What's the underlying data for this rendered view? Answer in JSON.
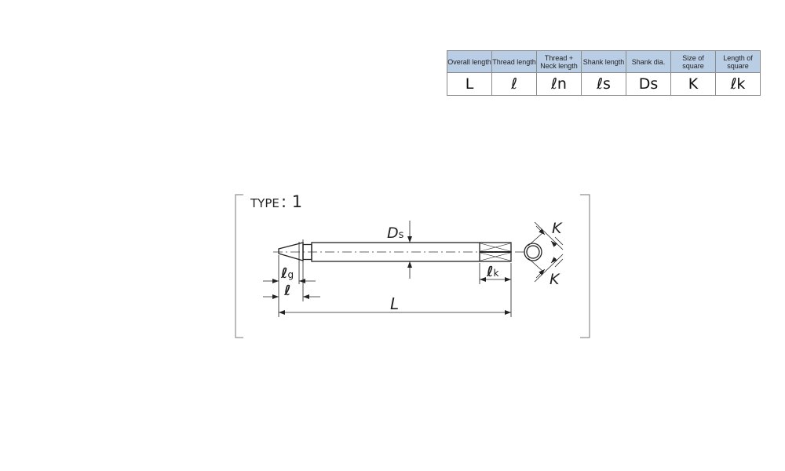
{
  "table": {
    "headers": [
      "Overall length",
      "Thread length",
      "Thread + Neck length",
      "Shank length",
      "Shank dia.",
      "Size of square",
      "Length of square"
    ],
    "symbols": [
      "L",
      "ℓ",
      "ℓn",
      "ℓs",
      "Ds",
      "K",
      "ℓk"
    ]
  },
  "diagram": {
    "type_label": "TYPE",
    "type_number": ": 1",
    "labels": {
      "ds_main": "D",
      "ds_sub": "s",
      "k_top": "K",
      "k_bottom": "K",
      "lg_main": "ℓ",
      "lg_sub": "g",
      "l_thread": "ℓ",
      "lk_main": "ℓ",
      "lk_sub": "k",
      "L": "L"
    }
  },
  "colors": {
    "header_bg": "#b9cde5",
    "line": "#222222"
  }
}
